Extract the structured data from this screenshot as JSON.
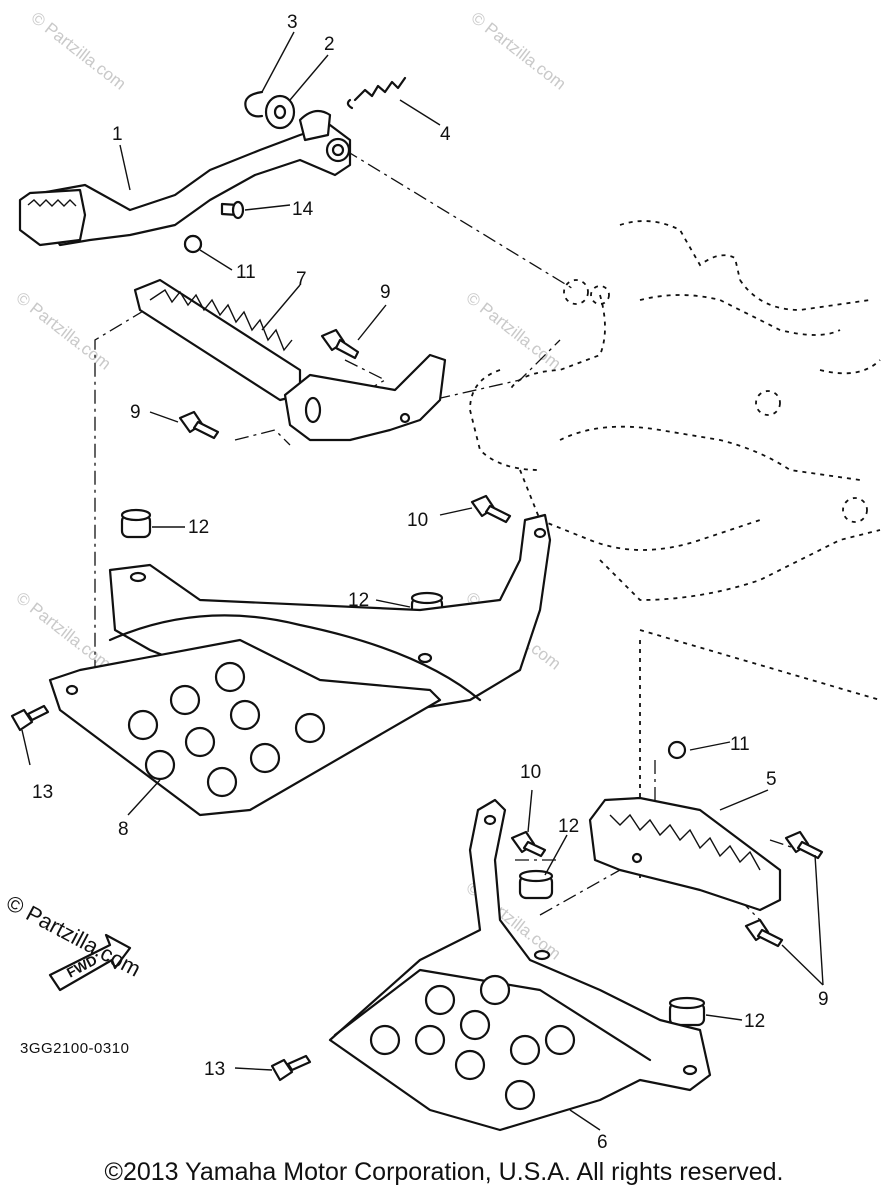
{
  "diagram": {
    "code": "3GG2100-0310",
    "copyright": "©2013 Yamaha Motor Corporation, U.S.A. All rights reserved.",
    "fwd_label": "FWD",
    "watermark": "© Partzilla.com",
    "brand_label": "© Partzilla.com",
    "callouts": [
      "1",
      "2",
      "3",
      "4",
      "5",
      "6",
      "7",
      "8",
      "9",
      "9",
      "9",
      "10",
      "10",
      "11",
      "11",
      "12",
      "12",
      "12",
      "12",
      "13",
      "13",
      "14"
    ]
  }
}
